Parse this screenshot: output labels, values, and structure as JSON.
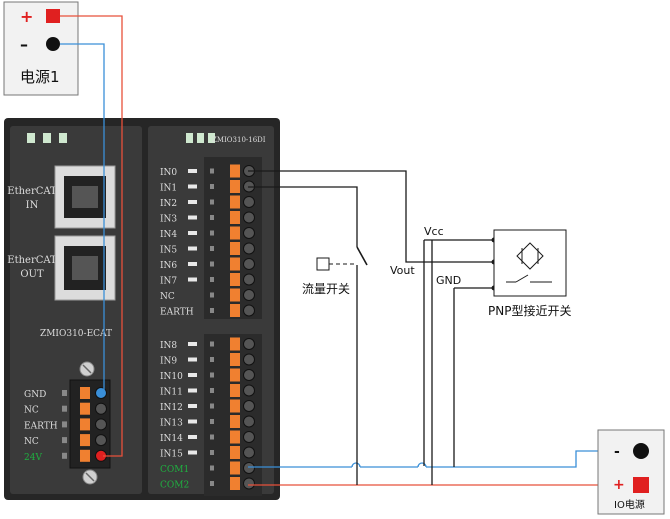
{
  "power_supply_1": {
    "plus_sign": "+",
    "minus_sign": "–",
    "label": "电源1"
  },
  "io_power": {
    "minus_sign": "-",
    "plus_sign": "+",
    "label": "IO电源"
  },
  "ecat_module": {
    "ethercat_in_line1": "EtherCAT",
    "ethercat_in_line2": "IN",
    "ethercat_out_line1": "EtherCAT",
    "ethercat_out_line2": "OUT",
    "model": "ZMIO310-ECAT",
    "terminals": [
      "GND",
      "NC",
      "EARTH",
      "NC",
      "24V"
    ],
    "terminal_colors": [
      "#3a8fd8",
      "#555555",
      "#555555",
      "#555555",
      "#e02020"
    ]
  },
  "di_module": {
    "model": "ZMIO310-16DI",
    "upper_terminals": [
      "IN0",
      "IN1",
      "IN2",
      "IN3",
      "IN4",
      "IN5",
      "IN6",
      "IN7",
      "NC",
      "EARTH"
    ],
    "lower_terminals": [
      "IN8",
      "IN9",
      "IN10",
      "IN11",
      "IN12",
      "IN13",
      "IN14",
      "IN15",
      "COM1",
      "COM2"
    ]
  },
  "sensors": {
    "flow_switch_label": "流量开关",
    "pnp_label": "PNP型接近开关",
    "vcc_label": "Vcc",
    "vout_label": "Vout",
    "gnd_label": "GND"
  },
  "colors": {
    "red_wire": "#e8503a",
    "blue_wire": "#3a8fd8",
    "black_wire": "#1a1a1a",
    "module_body": "#2a2a2a",
    "orange_terminal": "#f08030",
    "green_text": "#1fb040"
  }
}
